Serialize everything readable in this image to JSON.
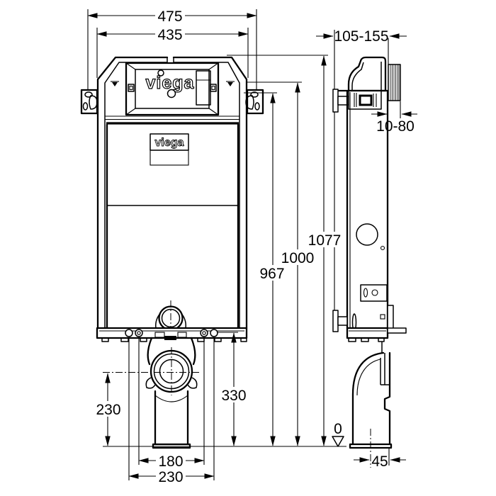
{
  "brand": {
    "logo_plate": "viega",
    "logo_tank": "viega"
  },
  "dimensions": {
    "overall_width": "475",
    "frame_width": "435",
    "depth_range": "105-155",
    "wall_bracket_range": "10-80",
    "total_height": "1077",
    "meter_mark_height": "1000",
    "bracket_height": "967",
    "anchor_height": "330",
    "drain_center_height": "230",
    "bolt_spacing_inner": "180",
    "bolt_spacing_outer": "230",
    "floor_level": "0",
    "drain_wall_offset": "45"
  }
}
